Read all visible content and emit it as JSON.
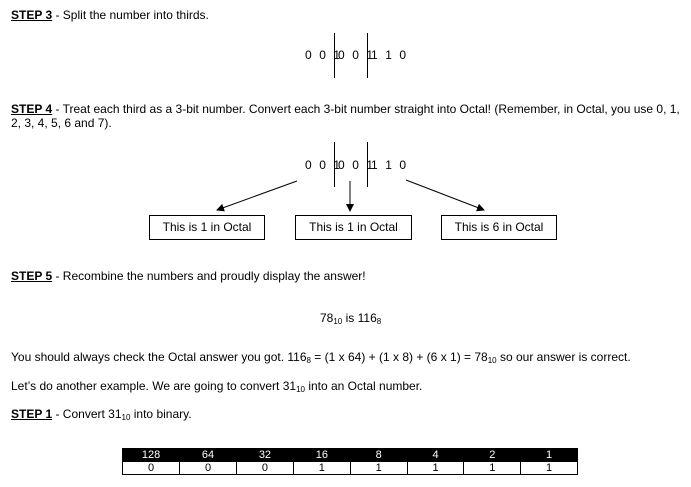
{
  "step3": {
    "label": "STEP 3",
    "text": " - Split the number into thirds."
  },
  "groups": [
    "0 0 1",
    "0 0 1",
    "1 1 0"
  ],
  "step4": {
    "label": "STEP 4",
    "text": " - Treat each third as a 3-bit number. Convert each 3-bit number straight into Octal! (Remember, in Octal, you use 0, 1, 2, 3, 4, 5, 6 and 7)."
  },
  "boxes": [
    "This is 1 in Octal",
    "This is 1 in Octal",
    "This is 6 in Octal"
  ],
  "step5": {
    "label": "STEP 5",
    "text": " - Recombine the numbers and proudly display the answer!"
  },
  "answer": {
    "lhs": "78",
    "lhs_base": "10",
    "mid": " is ",
    "rhs": "116",
    "rhs_base": "8"
  },
  "check": {
    "a": "You should always check the Octal answer you got. 116",
    "a_base": "8",
    "b": " = (1 x 64) + (1 x 8) + (6 x 1) = 78",
    "b_base": "10",
    "c": " so our answer is correct."
  },
  "another": {
    "a": "Let’s do another example. We are going to convert 31",
    "base": "10",
    "b": " into an Octal number."
  },
  "step1": {
    "label": "STEP 1",
    "text_a": " - Convert 31",
    "base": "10",
    "text_b": " into binary."
  },
  "binary_table": {
    "headers": [
      "128",
      "64",
      "32",
      "16",
      "8",
      "4",
      "2",
      "1"
    ],
    "values": [
      "0",
      "0",
      "0",
      "1",
      "1",
      "1",
      "1",
      "1"
    ]
  }
}
